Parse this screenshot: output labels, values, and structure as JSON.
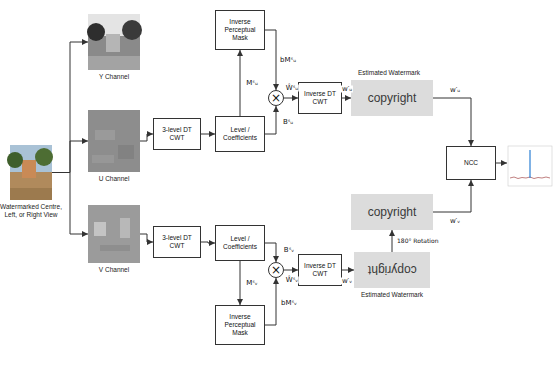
{
  "diagram": {
    "nodes": [
      {
        "text": [
          "Watermarked Centre, Left, or Right View"
        ]
      },
      {
        "text": [
          "Y Channel"
        ]
      },
      {
        "text": [
          "U Channel"
        ]
      },
      {
        "text": [
          "V Channel"
        ]
      },
      {
        "text": [
          "3-level DT CWT"
        ]
      },
      {
        "text": [
          "Level / Coefficients"
        ]
      },
      {
        "text": [
          "Inverse Perceptual Mask"
        ]
      },
      {
        "text": [
          "×"
        ]
      },
      {
        "text": [
          "Inverse DT CWT"
        ]
      },
      {
        "text": [
          "copyright",
          "Estimated Watermark"
        ]
      },
      {
        "text": [
          "NCC"
        ]
      },
      {
        "text": [
          "copyright"
        ]
      },
      {
        "text": [
          "3-level DT CWT"
        ]
      },
      {
        "text": [
          "Level / Coefficients"
        ]
      },
      {
        "text": [
          "Inverse Perceptual Mask"
        ]
      },
      {
        "text": [
          "×"
        ]
      },
      {
        "text": [
          "Inverse DT CWT"
        ]
      },
      {
        "text": [
          "copyright",
          "Estimated Watermark"
        ]
      }
    ],
    "edges": [
      {
        "from": 0,
        "to": 1,
        "arrow": "to"
      },
      {
        "from": 0,
        "to": 2,
        "arrow": "to"
      },
      {
        "from": 0,
        "to": 3,
        "arrow": "to"
      },
      {
        "from": 2,
        "to": 4,
        "arrow": "to"
      },
      {
        "from": 4,
        "to": 5,
        "arrow": "to"
      },
      {
        "from": 5,
        "to": 6,
        "label": "Mˢᵤ",
        "arrow": "to"
      },
      {
        "from": 6,
        "to": 7,
        "label": "bMˢᵤ",
        "arrow": "to"
      },
      {
        "from": 5,
        "to": 7,
        "label": "Bˢᵤ",
        "arrow": "to"
      },
      {
        "from": 7,
        "to": 8,
        "label": "Ŵˢᵤ",
        "arrow": "to"
      },
      {
        "from": 8,
        "to": 9,
        "label": "w′ᵤ",
        "arrow": "to"
      },
      {
        "from": 9,
        "to": 10,
        "label": "w′ᵤ",
        "arrow": "to"
      },
      {
        "from": 3,
        "to": 12,
        "arrow": "to"
      },
      {
        "from": 12,
        "to": 13,
        "arrow": "to"
      },
      {
        "from": 13,
        "to": 14,
        "label": "Mˢᵥ",
        "arrow": "to"
      },
      {
        "from": 14,
        "to": 15,
        "label": "bMˢᵥ",
        "arrow": "to"
      },
      {
        "from": 13,
        "to": 15,
        "label": "Bˢᵥ",
        "arrow": "to"
      },
      {
        "from": 15,
        "to": 16,
        "label": "Ŵˢᵥ",
        "arrow": "to"
      },
      {
        "from": 16,
        "to": 17,
        "label": "w′ᵥ",
        "arrow": "to"
      },
      {
        "from": 17,
        "to": 11,
        "label": "180° Rotation",
        "arrow": "to"
      },
      {
        "from": 11,
        "to": 10,
        "label": "w′ᵥ",
        "arrow": "to"
      }
    ]
  }
}
